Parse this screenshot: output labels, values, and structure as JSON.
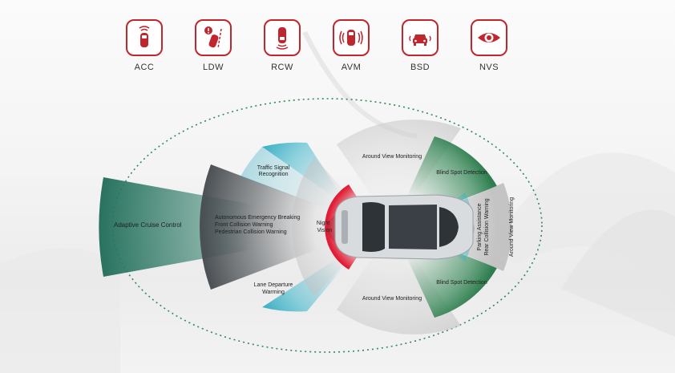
{
  "features": [
    {
      "code": "ACC",
      "icon": "car-radar-front-icon"
    },
    {
      "code": "LDW",
      "icon": "lane-departure-warning-icon"
    },
    {
      "code": "RCW",
      "icon": "car-rear-sensor-icon"
    },
    {
      "code": "AVM",
      "icon": "car-surround-view-icon"
    },
    {
      "code": "BSD",
      "icon": "car-blind-spot-icon"
    },
    {
      "code": "NVS",
      "icon": "eye-icon"
    }
  ],
  "zones": {
    "acc": "Adaptive Cruise Control",
    "aeb": [
      "Autonomous Emergency Breaking",
      "Front Collision Warning",
      "Pedestrian Collision Warning"
    ],
    "tsr": [
      "Traffic Signal",
      "Recognition"
    ],
    "ldw": [
      "Lane Departure",
      "Warming"
    ],
    "nv": [
      "Night",
      "Vision"
    ],
    "avm_top": "Around View Monitoring",
    "avm_bottom": "Around View Monitoring",
    "bsd_top": "Blind Spot Detection",
    "bsd_bottom": "Blind Spot Detection",
    "parking": [
      "Parking Assistance",
      "Rear Collision Warning"
    ],
    "avm_rear": "Around View Monitoring"
  },
  "colors": {
    "brand_red": "#c0262d",
    "acc_green": "#2f7d68",
    "aeb_gray": "#4f5458",
    "tsr_cyan": "#37b3c9",
    "nv_red": "#e11d35",
    "bsd_green": "#3a8a5a",
    "dotted_green": "#2f8a55"
  }
}
